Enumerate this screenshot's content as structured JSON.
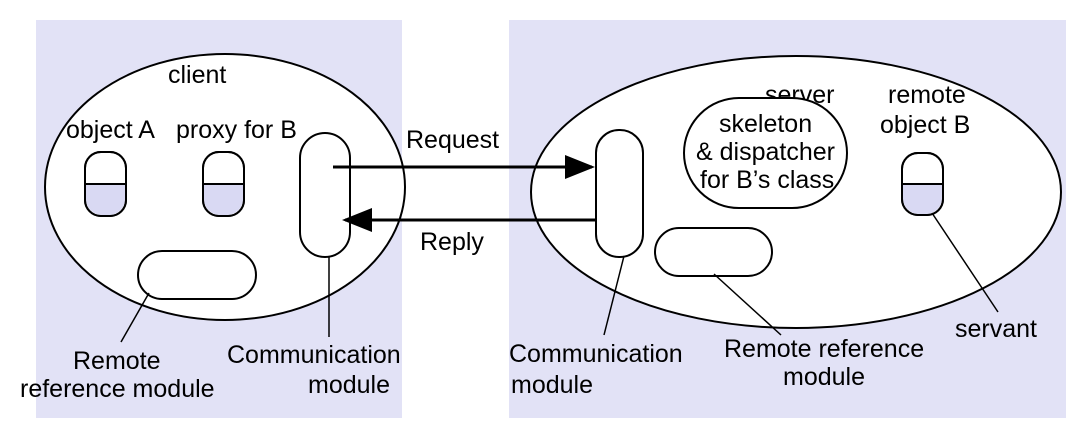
{
  "colors": {
    "panel": "#e2e2f6",
    "object_fill": "#d9d9f3",
    "stroke": "#000000",
    "background": "#ffffff"
  },
  "client": {
    "title": "client",
    "object_a": "object A",
    "proxy_b": "proxy for B",
    "remote_ref_line1": "Remote",
    "remote_ref_line2": "reference module",
    "comm_line1": "Communication",
    "comm_line2": "module"
  },
  "messages": {
    "request": "Request",
    "reply": "Reply"
  },
  "server": {
    "title": "server",
    "skeleton_line1": "skeleton",
    "skeleton_line2": "& dispatcher",
    "skeleton_line3": "for B’s class",
    "remote_obj_line1": "remote",
    "remote_obj_line2": "object B",
    "servant": "servant",
    "comm_line1": "Communication",
    "comm_line2": "module",
    "remote_ref_line1": "Remote reference",
    "remote_ref_line2": "module"
  }
}
